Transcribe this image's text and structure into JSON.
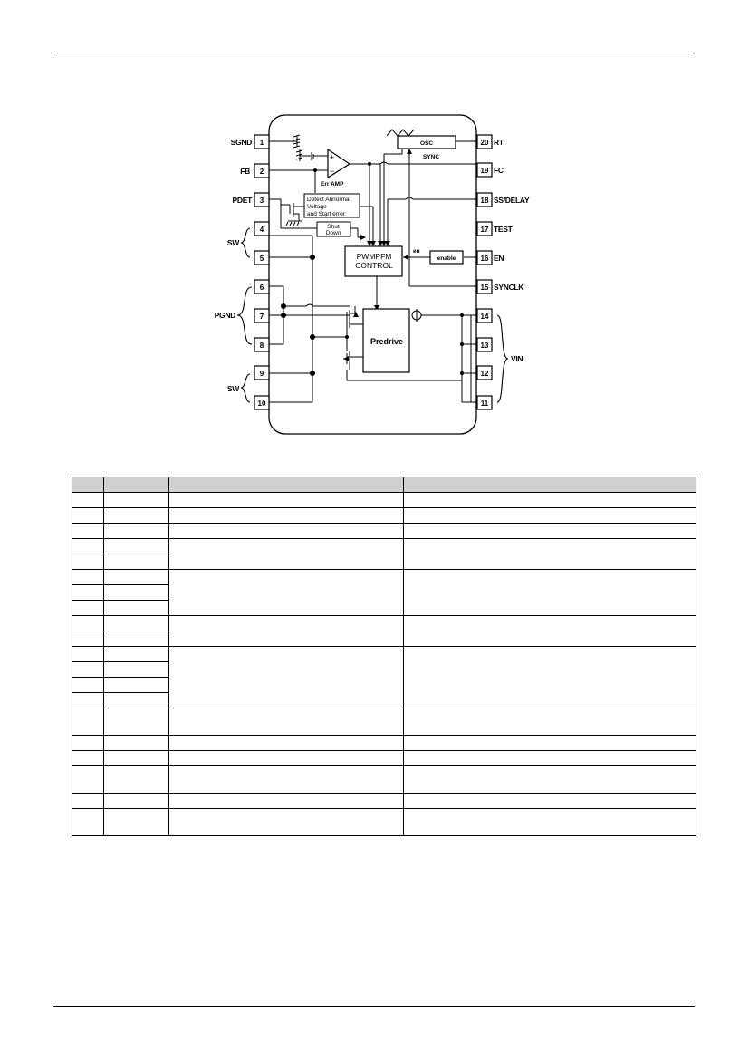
{
  "diagram": {
    "left_pins": [
      {
        "num": "1",
        "label": "SGND"
      },
      {
        "num": "2",
        "label": "FB"
      },
      {
        "num": "3",
        "label": "PDET"
      },
      {
        "num": "4",
        "label": ""
      },
      {
        "num": "5",
        "label": ""
      },
      {
        "num": "6",
        "label": ""
      },
      {
        "num": "7",
        "label": ""
      },
      {
        "num": "8",
        "label": ""
      },
      {
        "num": "9",
        "label": ""
      },
      {
        "num": "10",
        "label": ""
      }
    ],
    "right_pins": [
      {
        "num": "20",
        "label": "RT"
      },
      {
        "num": "19",
        "label": "FC"
      },
      {
        "num": "18",
        "label": "SS/DELAY"
      },
      {
        "num": "17",
        "label": "TEST"
      },
      {
        "num": "16",
        "label": "EN"
      },
      {
        "num": "15",
        "label": "SYNCLK"
      },
      {
        "num": "14",
        "label": ""
      },
      {
        "num": "13",
        "label": ""
      },
      {
        "num": "12",
        "label": ""
      },
      {
        "num": "11",
        "label": ""
      }
    ],
    "groups": {
      "sw_top": "SW",
      "pgnd": "PGND",
      "sw_bottom": "SW",
      "vin": "VIN"
    },
    "blocks": {
      "osc": "OSC",
      "sync": "SYNC",
      "err_amp": "Err AMP",
      "amp_plus": "+",
      "amp_minus": "−",
      "detect_line1": "Detect Abnormal",
      "detect_line2": "Voltage",
      "detect_line3": "and Start error",
      "shut_line1": "Shut",
      "shut_line2": "Down",
      "pwm_line1": "PWMPFM",
      "pwm_line2": "CONTROL",
      "predrive": "Predrive",
      "enable": "enable",
      "en_signal": "en"
    }
  },
  "table": {
    "headers": [
      "",
      "",
      "",
      ""
    ],
    "rows": [
      {
        "tall": false
      },
      {
        "tall": false
      },
      {
        "tall": false
      },
      {
        "tall": false
      },
      {
        "tall": false
      },
      {
        "tall": false
      },
      {
        "tall": false
      },
      {
        "tall": false
      },
      {
        "tall": false
      },
      {
        "tall": false
      },
      {
        "tall": false
      },
      {
        "tall": false
      },
      {
        "tall": false
      },
      {
        "tall": false
      },
      {
        "tall": true
      },
      {
        "tall": false
      },
      {
        "tall": false
      },
      {
        "tall": true
      },
      {
        "tall": false
      },
      {
        "tall": true
      }
    ]
  }
}
